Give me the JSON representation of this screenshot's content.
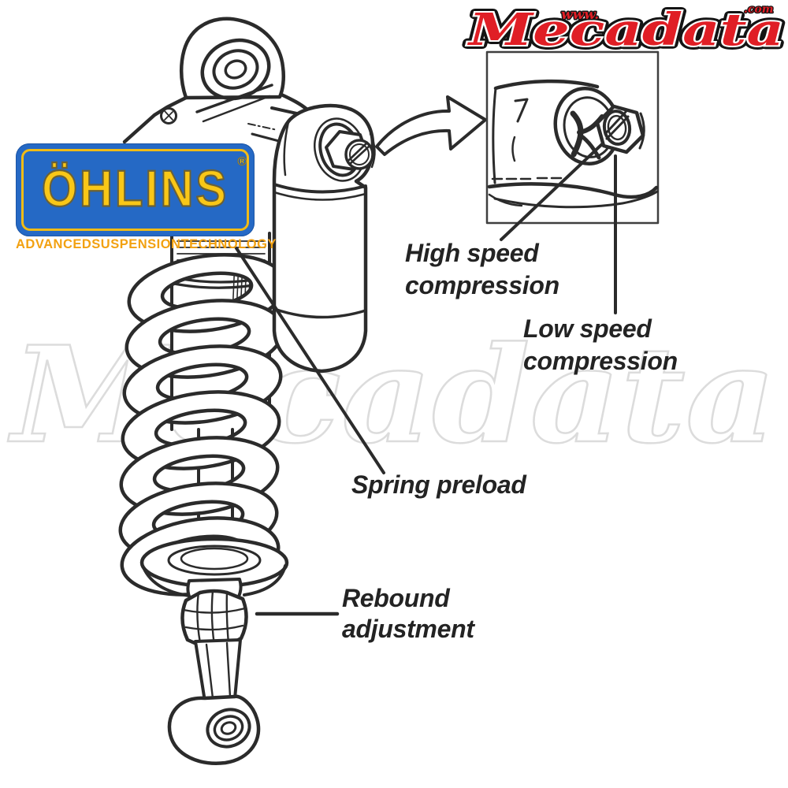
{
  "branding": {
    "mecadata_logo": {
      "prefix": "www.",
      "name": "Mecadata",
      "suffix": ".com",
      "red": "#e01e25",
      "outline": "#141414"
    },
    "watermark": {
      "text": "Mecadata",
      "color": "#dcdcdc"
    },
    "ohlins": {
      "name": "ÖHLINS",
      "registered": "®",
      "tagline_words": [
        "ADVANCED",
        "SUSPENSION",
        "TECHNOLOGY"
      ],
      "blue": "#2569c5",
      "yellow": "#f9c717",
      "tagline_color": "#f2a111"
    }
  },
  "labels": {
    "high_speed": {
      "line1": "High speed",
      "line2": "compression"
    },
    "low_speed": {
      "line1": "Low speed",
      "line2": "compression"
    },
    "spring_preload": {
      "line1": "Spring preload"
    },
    "rebound": {
      "line1": "Rebound",
      "line2": "adjustment"
    }
  },
  "drawing": {
    "ink": "#2b2b2b",
    "subject": "Öhlins shock absorber with piggyback reservoir",
    "inset": "close-up of reservoir compression adjusters"
  }
}
